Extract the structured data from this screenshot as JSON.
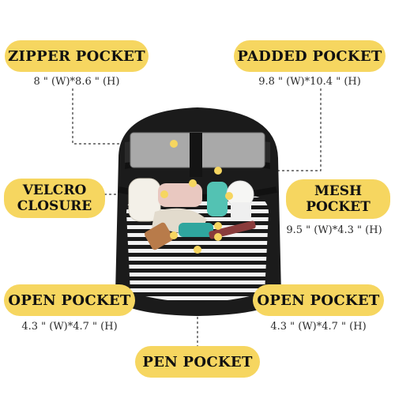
{
  "callouts": {
    "zipper_pocket": {
      "label": "ZIPPER POCKET",
      "size": "8 \" (W)*8.6 \" (H)"
    },
    "padded_pocket": {
      "label": "PADDED POCKET",
      "size": "9.8 \" (W)*10.4 \" (H)"
    },
    "velcro_closure": {
      "line1": "VELCRO",
      "line2": "CLOSURE"
    },
    "mesh_pocket": {
      "line1": "MESH",
      "line2": "POCKET",
      "size": "9.5 \" (W)*4.3 \" (H)"
    },
    "open_pocket_left": {
      "label": "OPEN POCKET",
      "size": "4.3 \" (W)*4.7 \" (H)"
    },
    "open_pocket_right": {
      "label": "OPEN POCKET",
      "size": "4.3 \" (W)*4.7 \" (H)"
    },
    "pen_pocket": {
      "label": "PEN POCKET"
    }
  },
  "colors": {
    "label_fill": "#f6d660",
    "dot": "#f6d660",
    "bag": "#1b1b1b",
    "stripe_dark": "#1a1a1a",
    "stripe_light": "#f2f2f2"
  }
}
